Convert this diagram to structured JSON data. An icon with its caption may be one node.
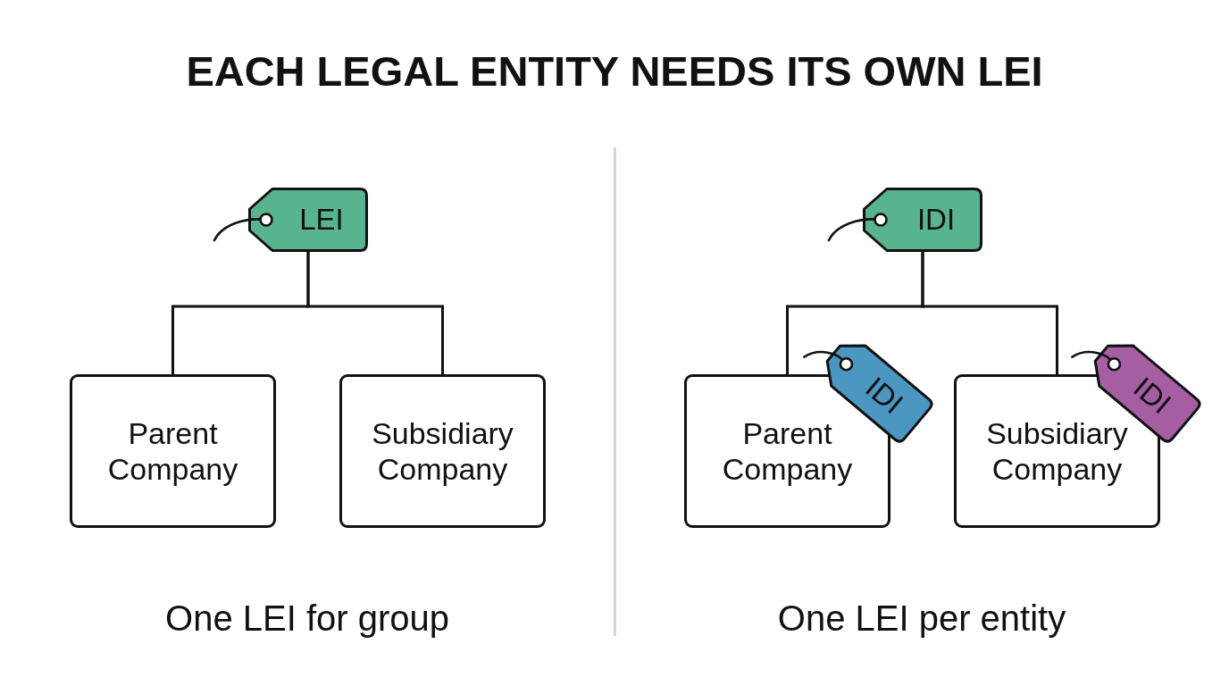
{
  "diagram": {
    "title": "EACH LEGAL ENTITY NEEDS ITS OWN LEI",
    "nodes": [
      {
        "text": [
          "LEI"
        ]
      },
      {
        "text": [
          "Parent Company"
        ]
      },
      {
        "text": [
          "Subsidiary Company"
        ]
      },
      {
        "text": [
          "IDI"
        ]
      },
      {
        "text": [
          "Parent Company"
        ]
      },
      {
        "text": [
          "Subsidiary Company"
        ]
      },
      {
        "text": [
          "IDI"
        ]
      },
      {
        "text": [
          "IDI"
        ]
      }
    ],
    "edges": [
      {
        "from": 0,
        "to": 1,
        "arrow": "none"
      },
      {
        "from": 0,
        "to": 2,
        "arrow": "none"
      },
      {
        "from": 3,
        "to": 4,
        "arrow": "none"
      },
      {
        "from": 3,
        "to": 5,
        "arrow": "none"
      }
    ],
    "labels": [
      "One LEI for group",
      "One LEI per entity"
    ]
  }
}
